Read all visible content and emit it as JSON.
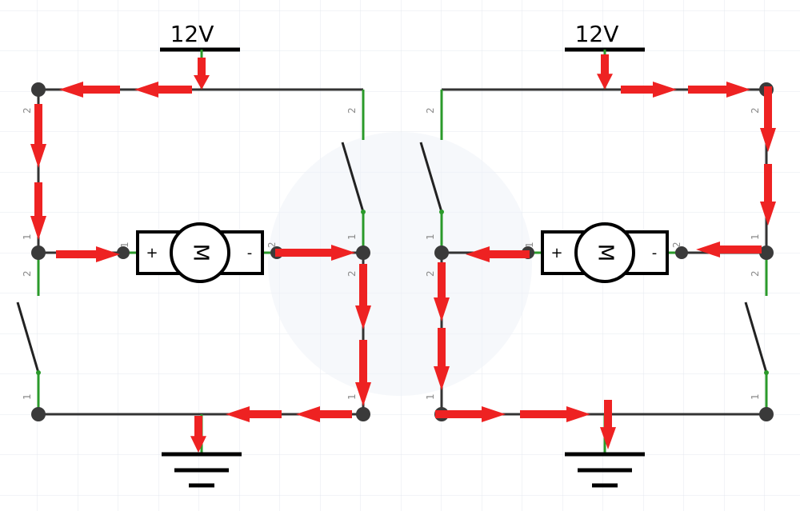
{
  "colors": {
    "wire": "#333333",
    "pin": "#2a9a2a",
    "arrow": "#ee2222",
    "grid": "#e4e9ef",
    "node": "#3a3a3a"
  },
  "left_circuit": {
    "supply_label": "12V",
    "motor_label": "M",
    "motor_plus": "+",
    "motor_minus": "-",
    "pin_top_left": "2",
    "pin_mid_left_a": "1",
    "pin_mid_left_b": "2",
    "pin_bot_left": "1",
    "pin_top_right": "2",
    "pin_mid_right_a": "1",
    "pin_mid_right_b": "2",
    "pin_bot_right": "1",
    "pin_motor_left": "1",
    "pin_motor_right": "2"
  },
  "right_circuit": {
    "supply_label": "12V",
    "motor_label": "M",
    "motor_plus": "+",
    "motor_minus": "-",
    "pin_top_left": "2",
    "pin_mid_left_a": "1",
    "pin_mid_left_b": "2",
    "pin_bot_left": "1",
    "pin_top_right": "2",
    "pin_mid_right_a": "1",
    "pin_mid_right_b": "2",
    "pin_bot_right": "1",
    "pin_motor_left": "1",
    "pin_motor_right": "2"
  },
  "icons": [
    "dc-motor-icon",
    "ground-icon",
    "supply-rail-icon",
    "switch-icon",
    "current-arrow-icon"
  ]
}
